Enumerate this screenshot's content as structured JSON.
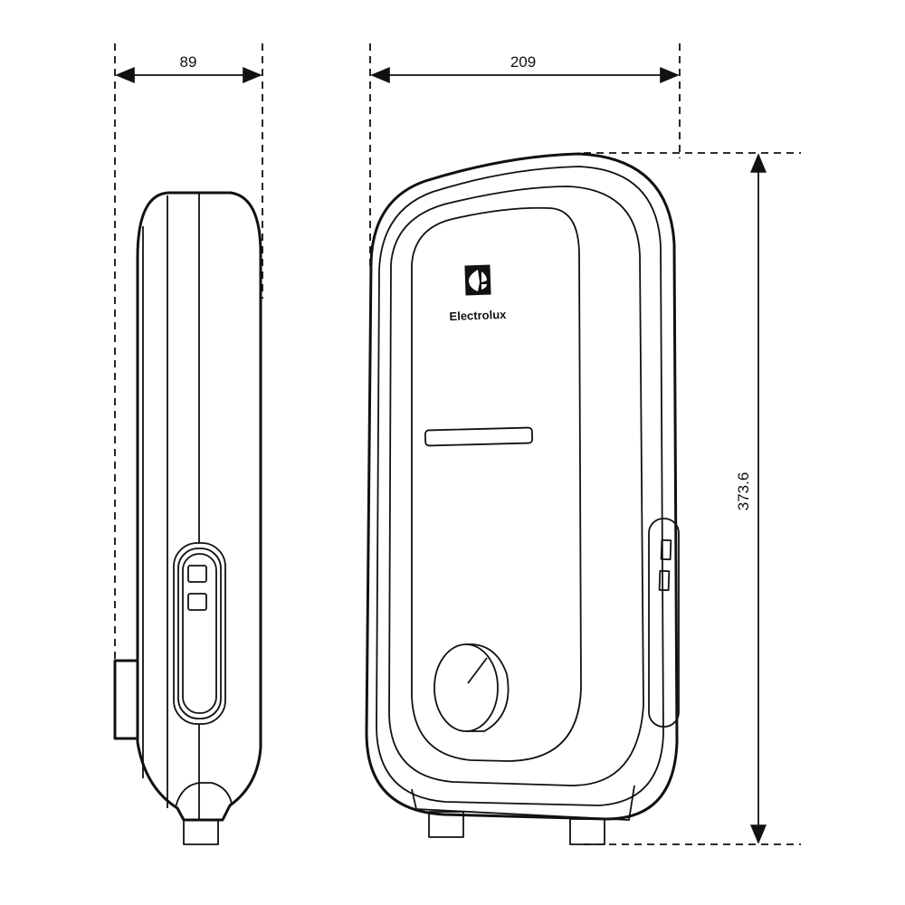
{
  "dimensions": {
    "side_depth": "89",
    "front_width": "209",
    "height": "373.6"
  },
  "brand": {
    "name": "Electrolux",
    "logo_icon": "electrolux-logo-icon"
  },
  "colors": {
    "line": "#111111",
    "background": "#ffffff"
  }
}
